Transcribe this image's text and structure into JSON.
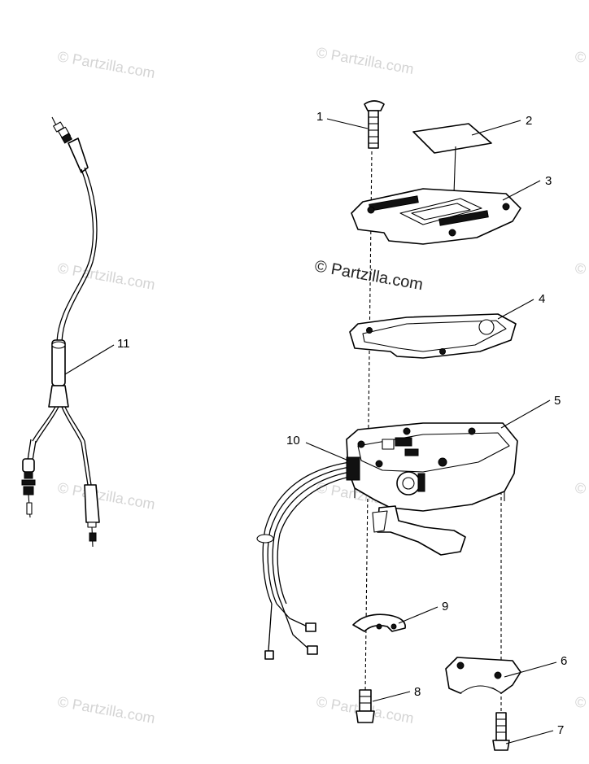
{
  "diagram": {
    "callouts": [
      {
        "id": "1",
        "label": "1"
      },
      {
        "id": "2",
        "label": "2"
      },
      {
        "id": "3",
        "label": "3"
      },
      {
        "id": "4",
        "label": "4"
      },
      {
        "id": "5",
        "label": "5"
      },
      {
        "id": "6",
        "label": "6"
      },
      {
        "id": "7",
        "label": "7"
      },
      {
        "id": "8",
        "label": "8"
      },
      {
        "id": "9",
        "label": "9"
      },
      {
        "id": "10",
        "label": "10"
      },
      {
        "id": "11",
        "label": "11"
      }
    ],
    "watermark": {
      "main": "© Partzilla.com",
      "faint": "© Partzilla.com"
    }
  }
}
